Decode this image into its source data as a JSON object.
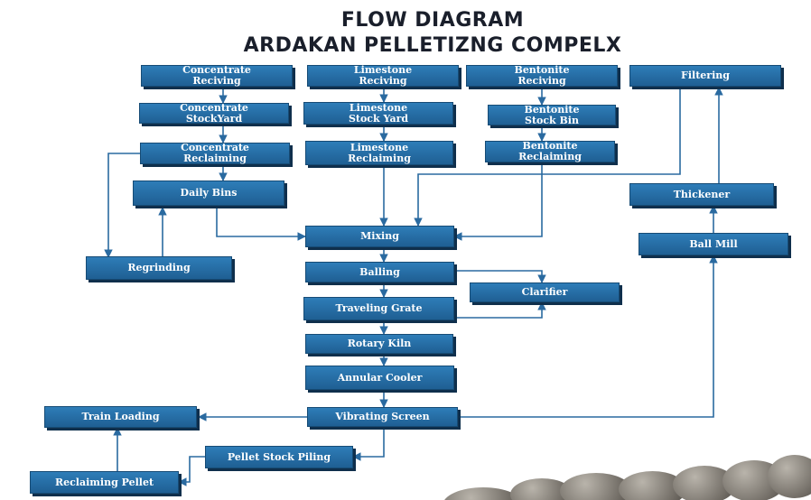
{
  "title_line1": "FLOW DIAGRAM",
  "title_line2": "ARDAKAN PELLETIZNG  COMPELX",
  "colors": {
    "box": "#2570a8",
    "line": "#2a6aa0",
    "text": "#1a1f2b"
  },
  "nodes": {
    "concentrate_reciving": "Concentrate\nReciving",
    "concentrate_stockyard": "Concentrate\nStockYard",
    "concentrate_reclaiming": "Concentrate\nReclaiming",
    "daily_bins": "Daily Bins",
    "regrinding": "Regrinding",
    "limestone_reciving": "Limestone\nReciving",
    "limestone_stock_yard": "Limestone\nStock Yard",
    "limestone_reclaiming": "Limestone\nReclaiming",
    "bentonite_reciving": "Bentonite\nReciving",
    "bentonite_stock_bin": "Bentonite\nStock Bin",
    "bentonite_reclaiming": "Bentonite\nReclaiming",
    "filtering": "Filtering",
    "thickener": "Thickener",
    "ball_mill": "Ball Mill",
    "mixing": "Mixing",
    "balling": "Balling",
    "clarifier": "Clarifier",
    "traveling_grate": "Traveling Grate",
    "rotary_kiln": "Rotary Kiln",
    "annular_cooler": "Annular Cooler",
    "vibrating_screen": "Vibrating Screen",
    "train_loading": "Train Loading",
    "pellet_stock_piling": "Pellet Stock Piling",
    "reclaiming_pellet": "Reclaiming Pellet"
  }
}
